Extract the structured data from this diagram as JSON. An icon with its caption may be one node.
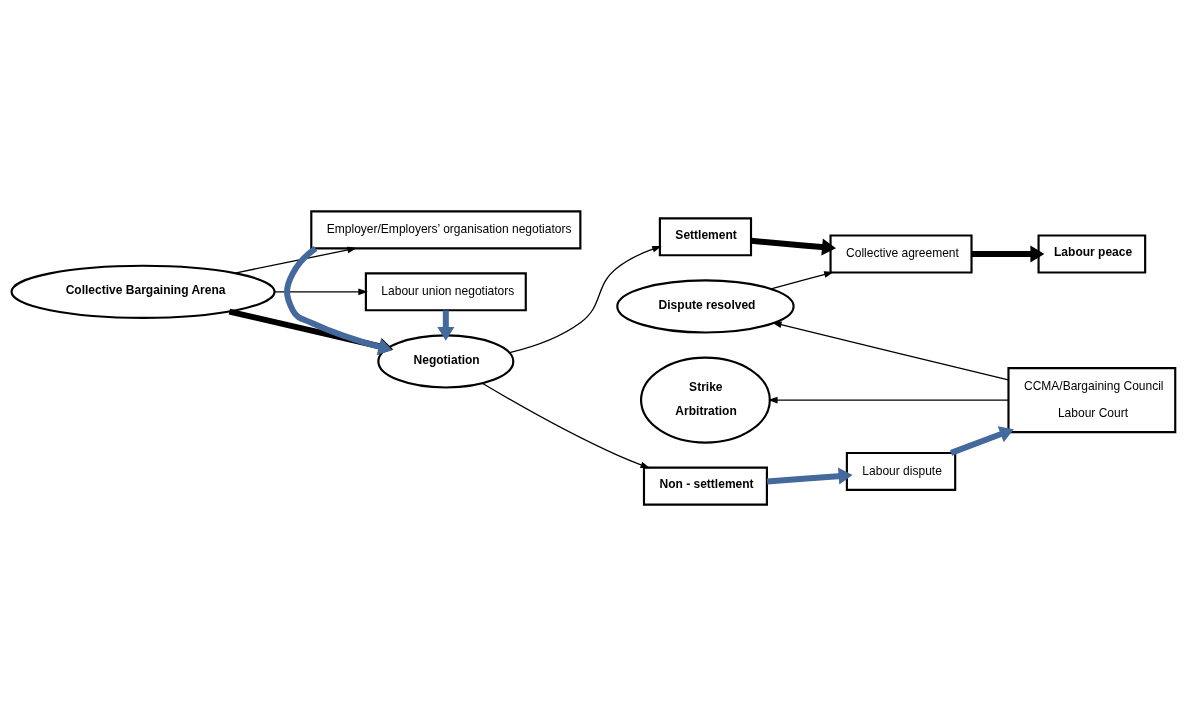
{
  "diagram": {
    "nodes": [
      {
        "text": [
          "Collective Bargaining Arena"
        ]
      },
      {
        "text": [
          "Labour union negotiators"
        ]
      },
      {
        "text": [
          "Negotiation"
        ]
      },
      {
        "text": [
          "Employer/Employers’ organisation negotiators"
        ]
      },
      {
        "text": [
          "Settlement"
        ]
      },
      {
        "text": [
          "Collective agreement"
        ]
      },
      {
        "text": [
          "Labour peace"
        ]
      },
      {
        "text": [
          "Dispute resolved"
        ]
      },
      {
        "text": [
          "CCMA/Bargaining Council",
          "Labour Court"
        ]
      },
      {
        "text": [
          "Strike",
          "Arbitration"
        ]
      },
      {
        "text": [
          "Non - settlement"
        ]
      },
      {
        "text": [
          "Labour dispute"
        ]
      }
    ],
    "edges": [
      {
        "from": 0,
        "to": 1,
        "arrow": "to"
      },
      {
        "from": 0,
        "to": 2,
        "arrow": "to",
        "style": "thick"
      },
      {
        "from": 0,
        "to": 3,
        "arrow": "to"
      },
      {
        "from": 1,
        "to": 2,
        "arrow": "to",
        "style": "thick",
        "color": "#44699d"
      },
      {
        "from": 3,
        "to": 2,
        "arrow": "to",
        "style": "thick",
        "color": "#44699d"
      },
      {
        "from": 2,
        "to": 4,
        "arrow": "to"
      },
      {
        "from": 2,
        "to": 10,
        "arrow": "to"
      },
      {
        "from": 4,
        "to": 5,
        "arrow": "to",
        "style": "thick"
      },
      {
        "from": 5,
        "to": 6,
        "arrow": "to",
        "style": "thick"
      },
      {
        "from": 7,
        "to": 5,
        "arrow": "to"
      },
      {
        "from": 8,
        "to": 7,
        "arrow": "to"
      },
      {
        "from": 8,
        "to": 9,
        "arrow": "to"
      },
      {
        "from": 10,
        "to": 11,
        "arrow": "to",
        "style": "thick",
        "color": "#44699d"
      },
      {
        "from": 11,
        "to": 8,
        "arrow": "to",
        "style": "thick",
        "color": "#44699d"
      }
    ]
  }
}
